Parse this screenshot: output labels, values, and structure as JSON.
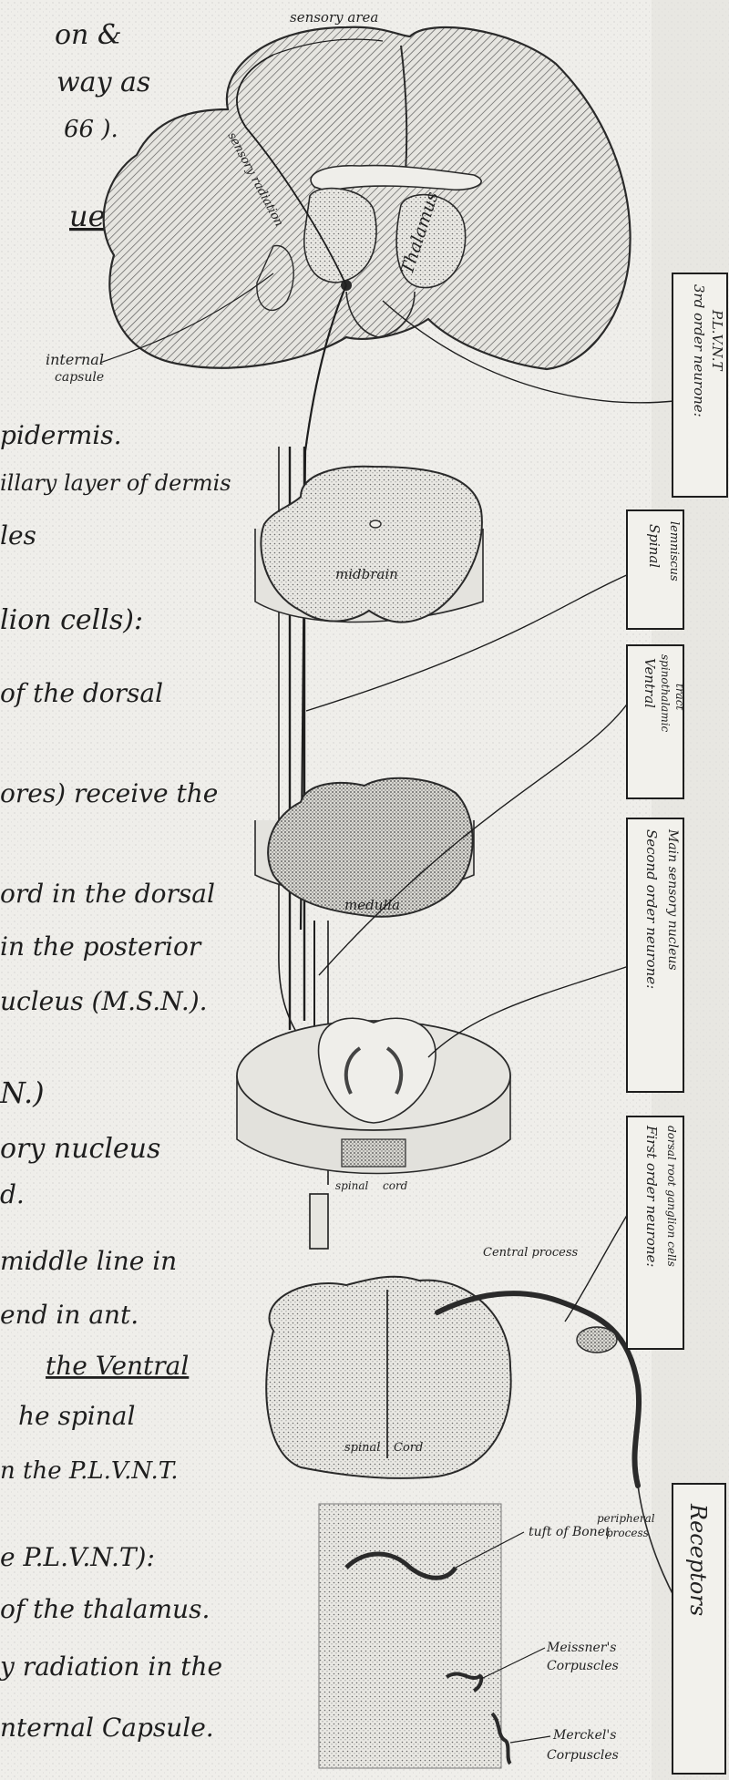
{
  "notes": {
    "line_1": "on &",
    "line_2": "way as",
    "line_3": "66 ).",
    "line_4": "ue",
    "line_5": "pidermis.",
    "line_6": "illary layer of dermis",
    "line_7": "les",
    "line_8": "lion cells):",
    "line_9": "of the dorsal",
    "line_10": "ores) receive the",
    "line_11": "ord in the dorsal",
    "line_12": "in the posterior",
    "line_13": "ucleus (M.S.N.).",
    "line_14": "N.)",
    "line_15": "ory nucleus",
    "line_16": "d.",
    "line_17": "middle line in",
    "line_18": "end in ant.",
    "line_19": "the Ventral",
    "line_20": "he spinal",
    "line_21": "n the P.L.V.N.T.",
    "line_22": "e P.L.V.N.T):",
    "line_23": "of the thalamus.",
    "line_24": "y radiation in the",
    "line_25": "nternal Capsule."
  },
  "labels": {
    "sensory_area": "sensory area",
    "sensory_radiation": "sensory radiation",
    "thalamus": "Thalamus",
    "internal_capsule_1": "internal",
    "internal_capsule_2": "capsule",
    "midbrain": "midbrain",
    "medulla": "medulla",
    "spinal_1": "spinal",
    "cord_1": "cord",
    "spinal_2": "spinal",
    "cord_2": "Cord",
    "central_process": "Central process",
    "peripheral_process_1": "peripheral",
    "peripheral_process_2": "process",
    "tuft_of_bonet": "tuft of Bonet",
    "meissners_1": "Meissner's",
    "meissners_2": "Corpuscles",
    "merckels_1": "Merckel's",
    "merckels_2": "Corpuscles"
  },
  "boxes": {
    "third_order_1": "3rd order neurone:",
    "third_order_2": "P.L.V.N.T",
    "spinal_lemniscus_1": "Spinal",
    "spinal_lemniscus_2": "lemniscus",
    "ventral_tract_1": "Ventral",
    "ventral_tract_2": "spinothalamic",
    "ventral_tract_3": "tract",
    "second_order_1": "Second order neurone:",
    "second_order_2": "Main sensory nucleus",
    "first_order_1": "First order neurone:",
    "first_order_2": "dorsal root ganglion cells",
    "receptors": "Receptors"
  },
  "colors": {
    "paper": "#efeeea",
    "ink": "#1e1e1e",
    "stipple": "#8a8a8a"
  }
}
